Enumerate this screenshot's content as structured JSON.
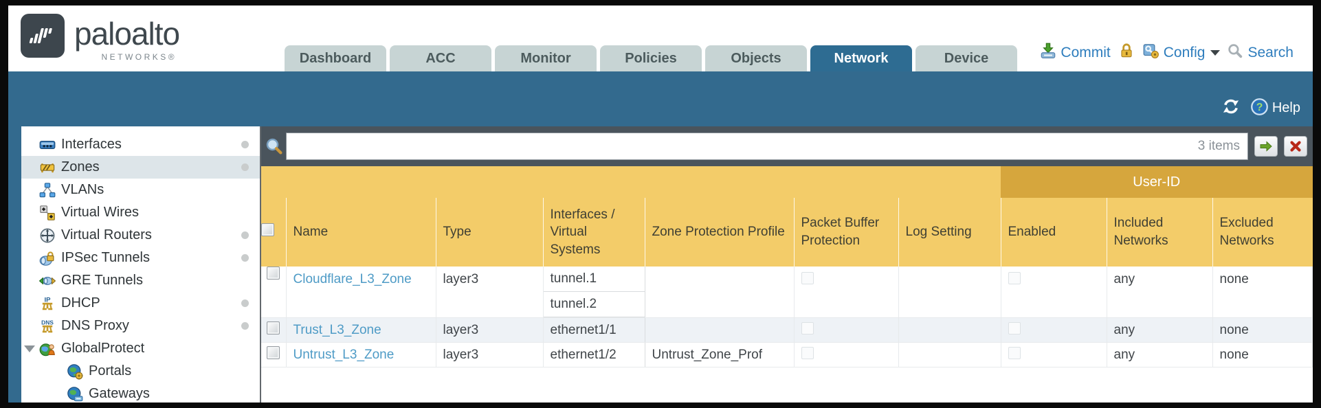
{
  "brand": {
    "name": "paloalto",
    "subtitle": "NETWORKS®"
  },
  "nav": {
    "tabs": [
      {
        "label": "Dashboard",
        "active": false
      },
      {
        "label": "ACC",
        "active": false
      },
      {
        "label": "Monitor",
        "active": false
      },
      {
        "label": "Policies",
        "active": false
      },
      {
        "label": "Objects",
        "active": false
      },
      {
        "label": "Network",
        "active": true
      },
      {
        "label": "Device",
        "active": false
      }
    ]
  },
  "utils": {
    "commit_label": "Commit",
    "config_label": "Config",
    "search_label": "Search"
  },
  "band": {
    "help_label": "Help"
  },
  "sidebar": {
    "items": [
      {
        "label": "Interfaces",
        "icon": "interfaces-icon",
        "dot": true,
        "selected": false
      },
      {
        "label": "Zones",
        "icon": "zones-icon",
        "dot": true,
        "selected": true
      },
      {
        "label": "VLANs",
        "icon": "vlans-icon",
        "dot": false,
        "selected": false
      },
      {
        "label": "Virtual Wires",
        "icon": "virtual-wires-icon",
        "dot": false,
        "selected": false
      },
      {
        "label": "Virtual Routers",
        "icon": "virtual-routers-icon",
        "dot": true,
        "selected": false
      },
      {
        "label": "IPSec Tunnels",
        "icon": "ipsec-tunnels-icon",
        "dot": true,
        "selected": false
      },
      {
        "label": "GRE Tunnels",
        "icon": "gre-tunnels-icon",
        "dot": false,
        "selected": false
      },
      {
        "label": "DHCP",
        "icon": "dhcp-icon",
        "dot": true,
        "selected": false
      },
      {
        "label": "DNS Proxy",
        "icon": "dns-proxy-icon",
        "dot": true,
        "selected": false
      },
      {
        "label": "GlobalProtect",
        "icon": "globalprotect-icon",
        "dot": false,
        "selected": false,
        "expanded": true
      },
      {
        "label": "Portals",
        "icon": "portals-icon",
        "dot": false,
        "selected": false,
        "child": true
      },
      {
        "label": "Gateways",
        "icon": "gateways-icon",
        "dot": false,
        "selected": false,
        "child": true
      }
    ]
  },
  "filter": {
    "items_count": "3 items"
  },
  "table": {
    "group_header": "User-ID",
    "columns": [
      "Name",
      "Type",
      "Interfaces / Virtual Systems",
      "Zone Protection Profile",
      "Packet Buffer Protection",
      "Log Setting",
      "Enabled",
      "Included Networks",
      "Excluded Networks"
    ],
    "rows": [
      {
        "name": "Cloudflare_L3_Zone",
        "type": "layer3",
        "interfaces": [
          "tunnel.1",
          "tunnel.2"
        ],
        "zone_protection_profile": "",
        "log_setting": "",
        "included_networks": "any",
        "excluded_networks": "none"
      },
      {
        "name": "Trust_L3_Zone",
        "type": "layer3",
        "interfaces": [
          "ethernet1/1"
        ],
        "zone_protection_profile": "",
        "log_setting": "",
        "included_networks": "any",
        "excluded_networks": "none"
      },
      {
        "name": "Untrust_L3_Zone",
        "type": "layer3",
        "interfaces": [
          "ethernet1/2"
        ],
        "zone_protection_profile": "Untrust_Zone_Prof",
        "log_setting": "",
        "included_networks": "any",
        "excluded_networks": "none"
      }
    ]
  },
  "colors": {
    "teal": "#336a8e",
    "header_amber": "#f3cc69",
    "userid_band": "#d6a63d",
    "filter_bar": "#4a545c",
    "link_blue": "#4e9bc6",
    "util_blue": "#2e7dbd",
    "row_alt": "#eef2f6",
    "tab_inactive": "#c7d4d4"
  }
}
